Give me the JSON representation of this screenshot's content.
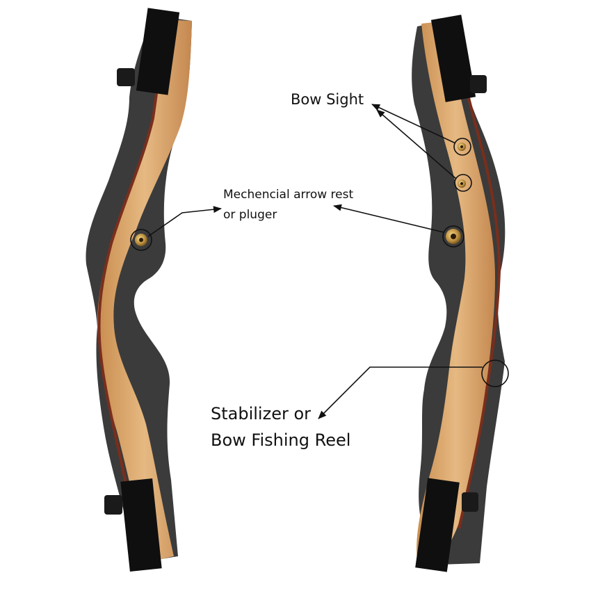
{
  "labels": {
    "bow_sight": "Bow Sight",
    "arrow_rest_line1": "Mechencial arrow rest",
    "arrow_rest_line2": "or pluger",
    "stabilizer_line1": "Stabilizer or",
    "stabilizer_line2": "Bow Fishing Reel"
  },
  "colors": {
    "riser_dark": "#3a3a3a",
    "wood_light": "#d9a46a",
    "wood_stripe": "#7a2e1c",
    "limb_pocket": "#0f0f0f",
    "annotation": "#111111"
  },
  "parts": [
    "left-riser",
    "right-riser",
    "bushing-icon"
  ]
}
